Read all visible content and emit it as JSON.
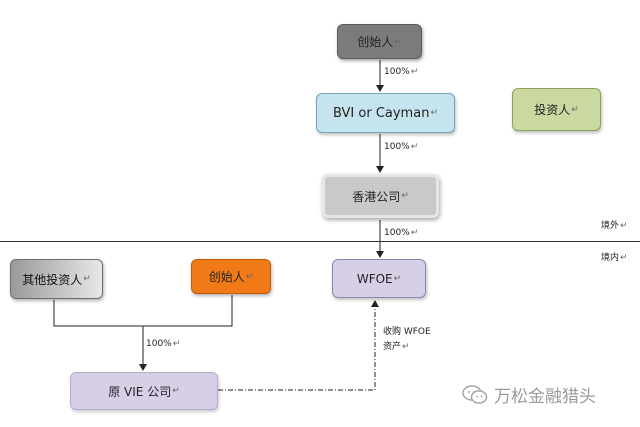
{
  "nodes": {
    "founder_top": "创始人",
    "bvi": "BVI or Cayman",
    "investor": "投资人",
    "hk_company": "香港公司",
    "wfoe": "WFOE",
    "other_investors": "其他投资人",
    "founder_cn": "创始人",
    "vie_company": "原 VIE 公司"
  },
  "labels": {
    "pct_founder_bvi": "100%",
    "pct_bvi_hk": "100%",
    "pct_hk_wfoe": "100%",
    "pct_to_vie": "100%",
    "acquire_line1": "收购 WFOE",
    "acquire_line2": "资产",
    "overseas": "境外",
    "domestic": "境内"
  },
  "return_mark": "↵",
  "watermark": "万松金融猎头",
  "colors": {
    "founder_top": "#7b7b7b",
    "bvi": "#c6e4ee",
    "investor": "#c9d9a0",
    "hk_company": "#c9c9c9",
    "wfoe": "#d6cfe6",
    "founder_cn": "#f07a17",
    "vie_company": "#d6cfe6"
  }
}
